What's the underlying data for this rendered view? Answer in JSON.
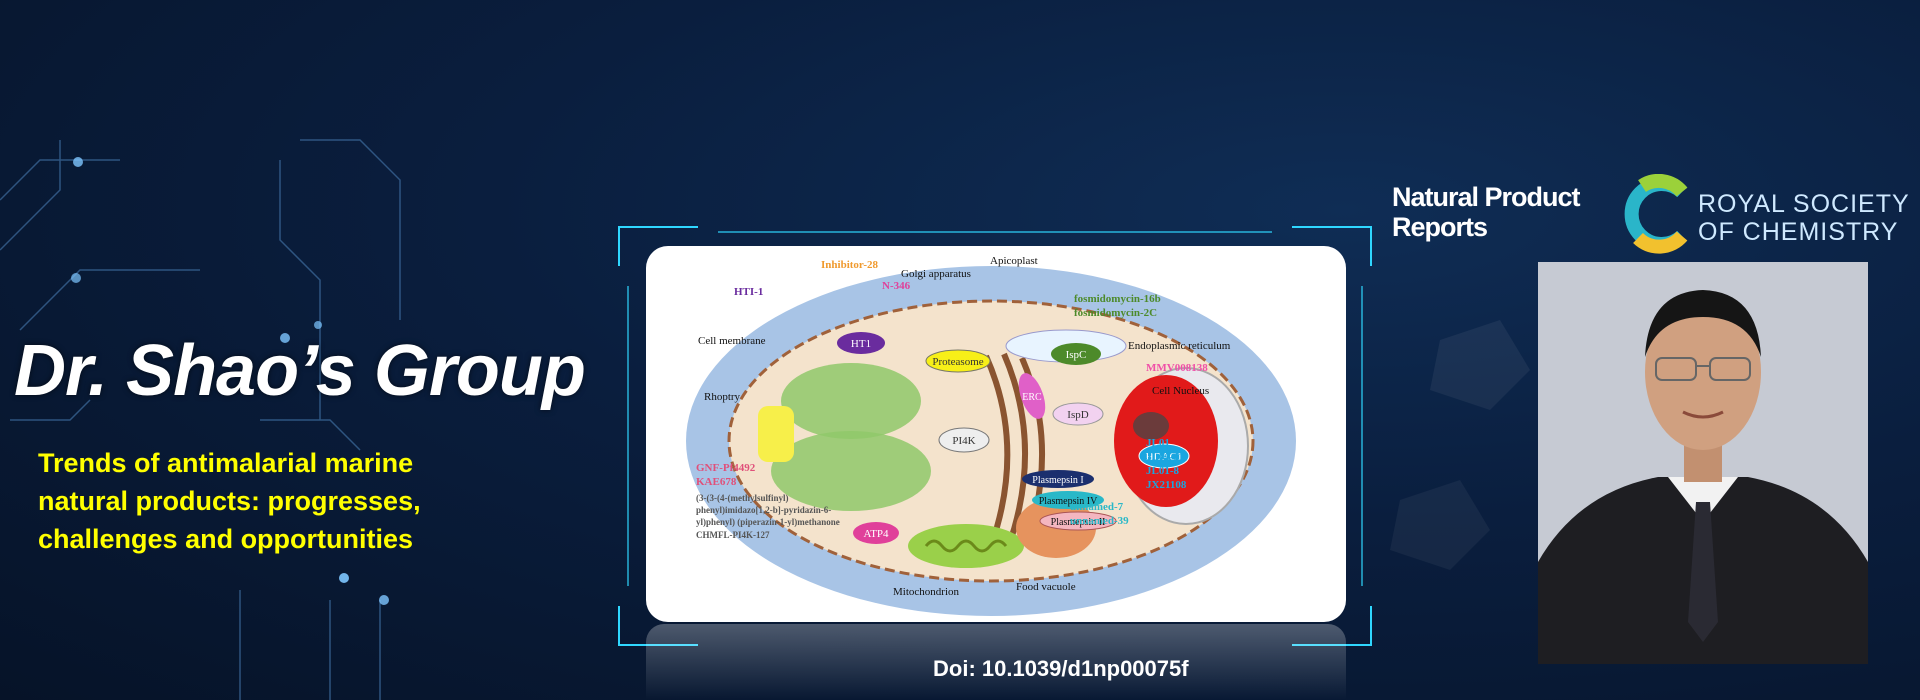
{
  "hero": {
    "title": "Dr. Shao’s Group",
    "subtitle_lines": [
      "Trends of antimalarial marine",
      "natural products: progresses,",
      "challenges and opportunities"
    ]
  },
  "journal": {
    "name_lines": [
      "Natural Product",
      "Reports"
    ]
  },
  "publisher": {
    "name_lines": [
      "ROYAL SOCIETY",
      "OF CHEMISTRY"
    ]
  },
  "doi": "Doi: 10.1039/d1np00075f",
  "figure": {
    "structures": {
      "apicoplast": "Apicoplast",
      "golgi": "Golgi apparatus",
      "cell_membrane": "Cell membrane",
      "er": "Endoplasmic reticulum",
      "rhoptry": "Rhoptry",
      "nucleus": "Cell Nucleus",
      "mitochondrion": "Mitochondrion",
      "food_vacuole": "Food vacuole"
    },
    "targets": {
      "ht1": "HT1",
      "proteasome": "Proteasome",
      "erc": "ERC",
      "ispc": "IspC",
      "ispd": "IspD",
      "pi4k": "PI4K",
      "hdac1": "HDAC1",
      "plasmepsin_i": "Plasmepsin I",
      "plasmepsin_iv": "Plasmepsin IV",
      "plasmepsin_ii": "Plasmepsin II",
      "atp4": "ATP4"
    },
    "compounds": {
      "inhibitor28": "Inhibitor-28",
      "hti1": "HTI-1",
      "n346": "N-346",
      "fosmidomycin": [
        "fosmidomycin-16b",
        "fosmidomycin-2C"
      ],
      "mmv": "MMV008138",
      "jl": [
        "JL01",
        "JL01-11",
        "JL01-8",
        "JX21108"
      ],
      "unnamed": [
        "unnamed-7",
        "unnamed-39"
      ],
      "gnf": [
        "GNF-Pf4492",
        "KAE678"
      ],
      "pi4k_compounds": [
        "(3-(3-(4-(methylsulfinyl)",
        "phenyl)imidazo[1,2-b]-pyridazin-6-",
        "yl)phenyl) (piperazin-1-yl)methanone"
      ],
      "chmfl": "CHMFL-PI4K-127"
    }
  },
  "colors": {
    "title": "#ffffff",
    "subtitle": "#ffff00",
    "frame": "#2fd7ff"
  },
  "icons": [
    "circuit-decoration",
    "rsc-logo-icon",
    "portrait-image"
  ]
}
